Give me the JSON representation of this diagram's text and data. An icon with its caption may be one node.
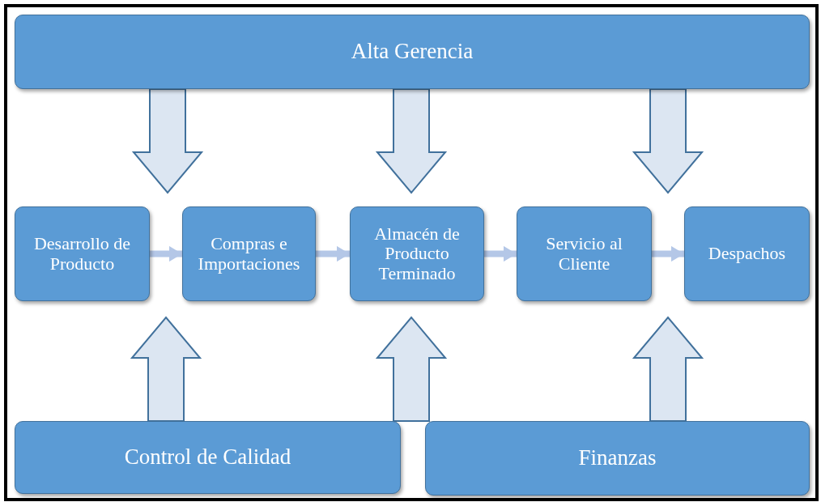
{
  "diagram": {
    "nodes": [
      {
        "text": [
          "Alta Gerencia"
        ]
      },
      {
        "text": [
          "Desarrollo de Producto"
        ]
      },
      {
        "text": [
          "Compras e Importaciones"
        ]
      },
      {
        "text": [
          "Almacén de Producto Terminado"
        ]
      },
      {
        "text": [
          "Servicio al Cliente"
        ]
      },
      {
        "text": [
          "Despachos"
        ]
      },
      {
        "text": [
          "Control de Calidad"
        ]
      },
      {
        "text": [
          "Finanzas"
        ]
      }
    ],
    "edges": [
      {
        "from": 0,
        "to": null,
        "arrow": "to",
        "style": "thick"
      },
      {
        "from": 0,
        "to": null,
        "arrow": "to",
        "style": "thick"
      },
      {
        "from": 0,
        "to": null,
        "arrow": "to",
        "style": "thick"
      },
      {
        "from": 1,
        "to": 2,
        "arrow": "to"
      },
      {
        "from": 2,
        "to": 3,
        "arrow": "to"
      },
      {
        "from": 3,
        "to": 4,
        "arrow": "to"
      },
      {
        "from": 4,
        "to": 5,
        "arrow": "to"
      },
      {
        "from": 6,
        "to": null,
        "arrow": "to",
        "style": "thick"
      },
      {
        "from": 6,
        "to": null,
        "arrow": "to",
        "style": "thick"
      },
      {
        "from": 7,
        "to": null,
        "arrow": "to",
        "style": "thick"
      }
    ]
  }
}
